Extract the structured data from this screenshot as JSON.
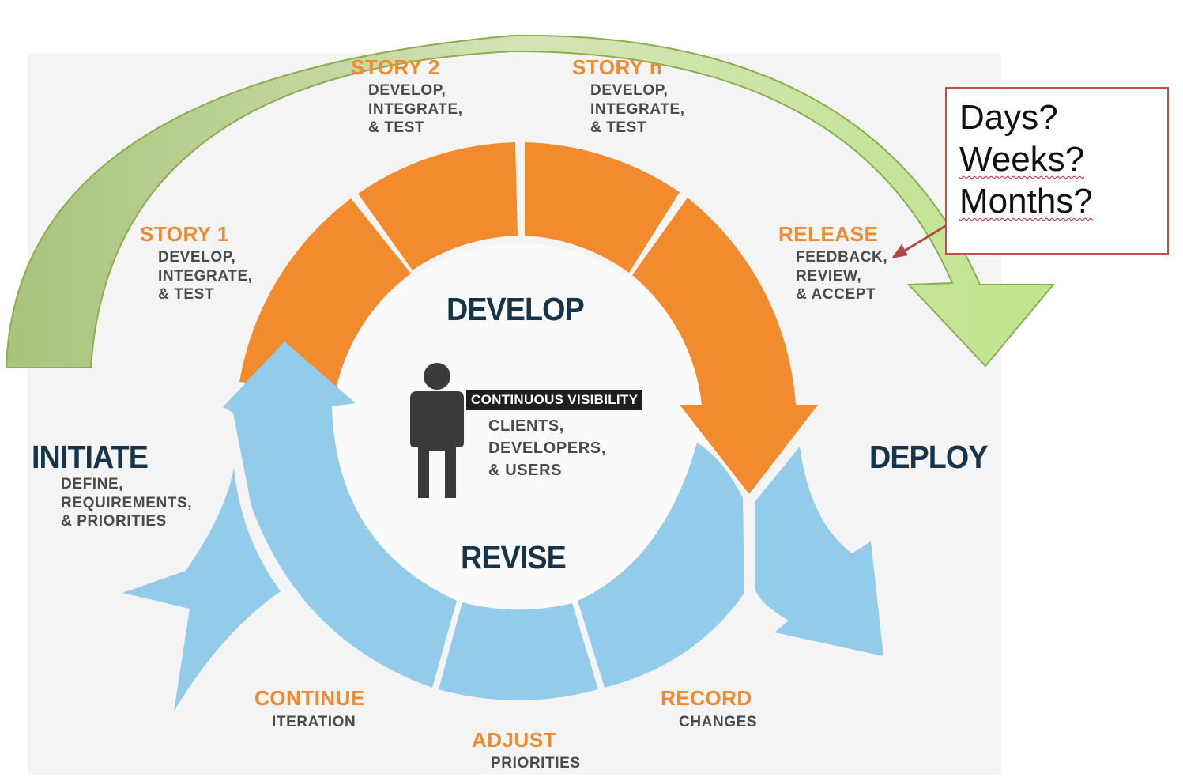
{
  "center": {
    "develop": "DEVELOP",
    "revise": "REVISE",
    "visibility_title": "CONTINUOUS VISIBILITY",
    "visibility_lines": [
      "CLIENTS,",
      "DEVELOPERS,",
      "& USERS"
    ]
  },
  "initiate": {
    "title": "INITIATE",
    "lines": [
      "DEFINE,",
      "REQUIREMENTS,",
      "& PRIORITIES"
    ]
  },
  "deploy": {
    "title": "DEPLOY"
  },
  "story1": {
    "title": "STORY 1",
    "lines": [
      "DEVELOP,",
      "INTEGRATE,",
      "& TEST"
    ]
  },
  "story2": {
    "title": "STORY 2",
    "lines": [
      "DEVELOP,",
      "INTEGRATE,",
      "& TEST"
    ]
  },
  "storyn": {
    "title": "STORY n",
    "lines": [
      "DEVELOP,",
      "INTEGRATE,",
      "& TEST"
    ]
  },
  "release": {
    "title": "RELEASE",
    "lines": [
      "FEEDBACK,",
      "REVIEW,",
      "& ACCEPT"
    ]
  },
  "continue": {
    "title": "CONTINUE",
    "sub": "ITERATION"
  },
  "adjust": {
    "title": "ADJUST",
    "sub": "PRIORITIES"
  },
  "record": {
    "title": "RECORD",
    "sub": "CHANGES"
  },
  "callout": {
    "lines": [
      "Days?",
      "Weeks?",
      "Months?"
    ]
  },
  "colors": {
    "orange": "#f28a2e",
    "light_blue": "#93cbea",
    "navy": "#17344a",
    "green_arrow": "#c7e29c",
    "callout_border": "#c0504d"
  }
}
